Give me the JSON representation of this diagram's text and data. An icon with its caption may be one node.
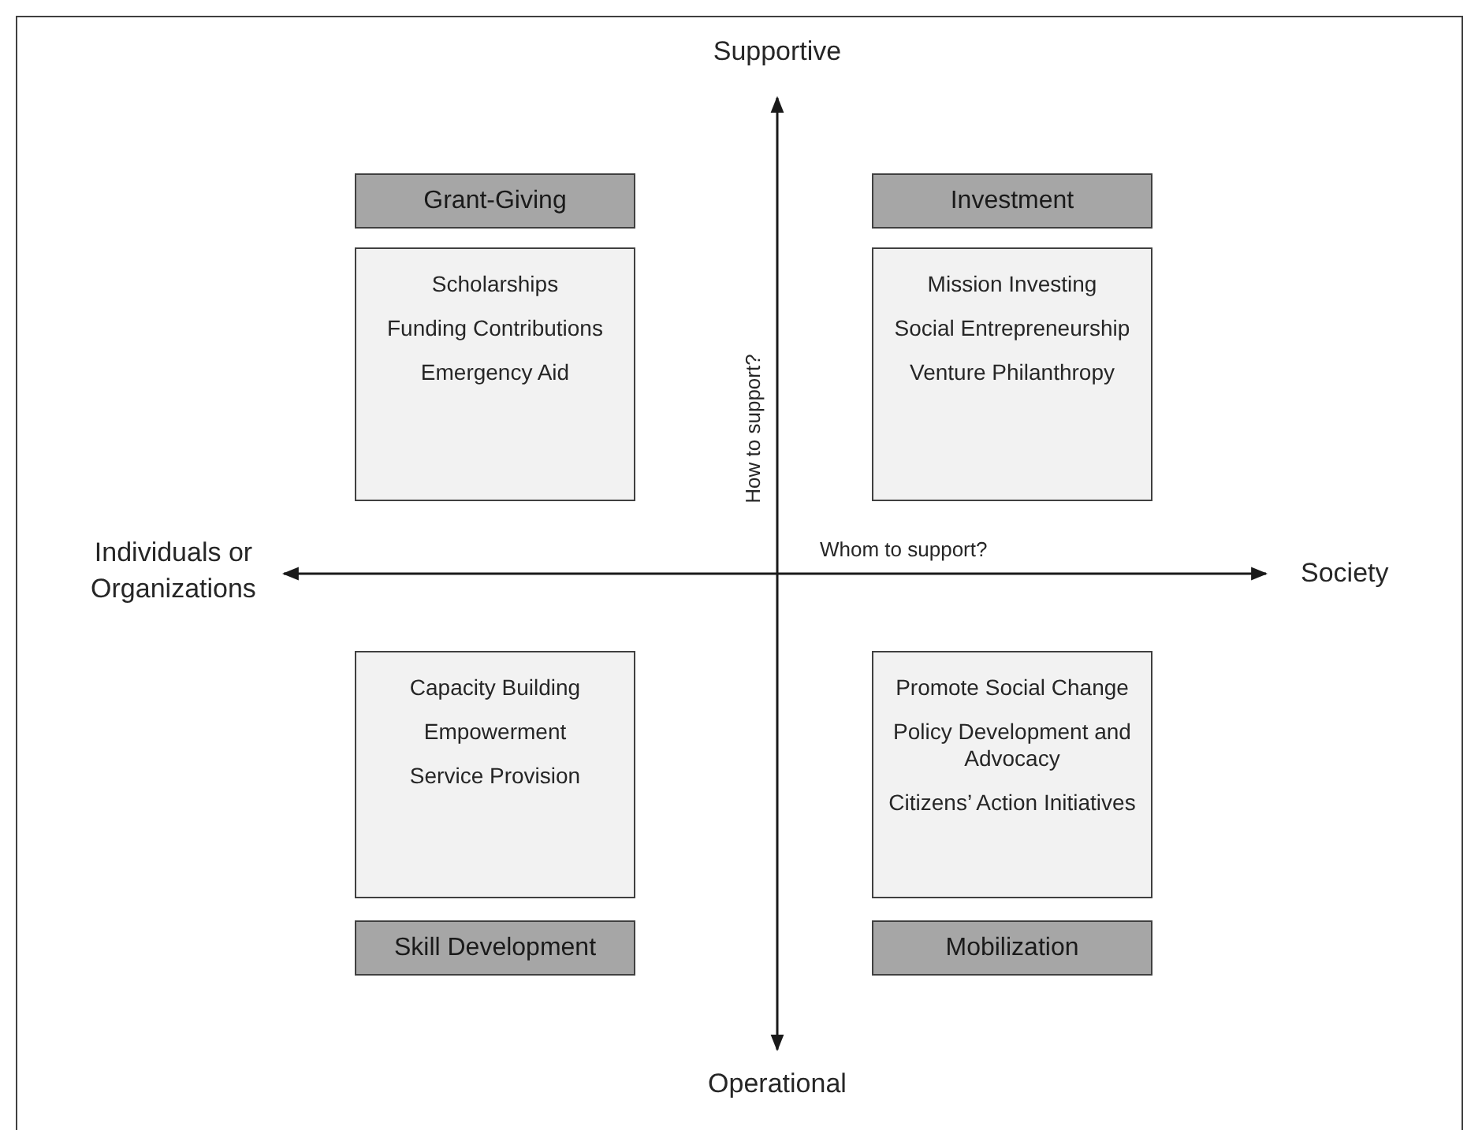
{
  "diagram": {
    "nodes": [
      {
        "text": [
          "Grant-Giving"
        ]
      },
      {
        "text": [
          "Investment"
        ]
      },
      {
        "text": [
          "Scholarships",
          "Funding Contributions",
          "Emergency Aid"
        ]
      },
      {
        "text": [
          "Mission Investing",
          "Social Entrepreneurship",
          "Venture Philanthropy"
        ]
      },
      {
        "text": [
          "Capacity Building",
          "Empowerment",
          "Service Provision"
        ]
      },
      {
        "text": [
          "Promote Social Change",
          "Policy Development and Advocacy",
          "Citizens’ Action Initiatives"
        ]
      },
      {
        "text": [
          "Skill Development"
        ]
      },
      {
        "text": [
          "Mobilization"
        ]
      }
    ],
    "labels": [
      "Supportive",
      "How to support?",
      "Individuals or Organizations",
      "Whom to support?",
      "Society",
      "Operational"
    ]
  }
}
